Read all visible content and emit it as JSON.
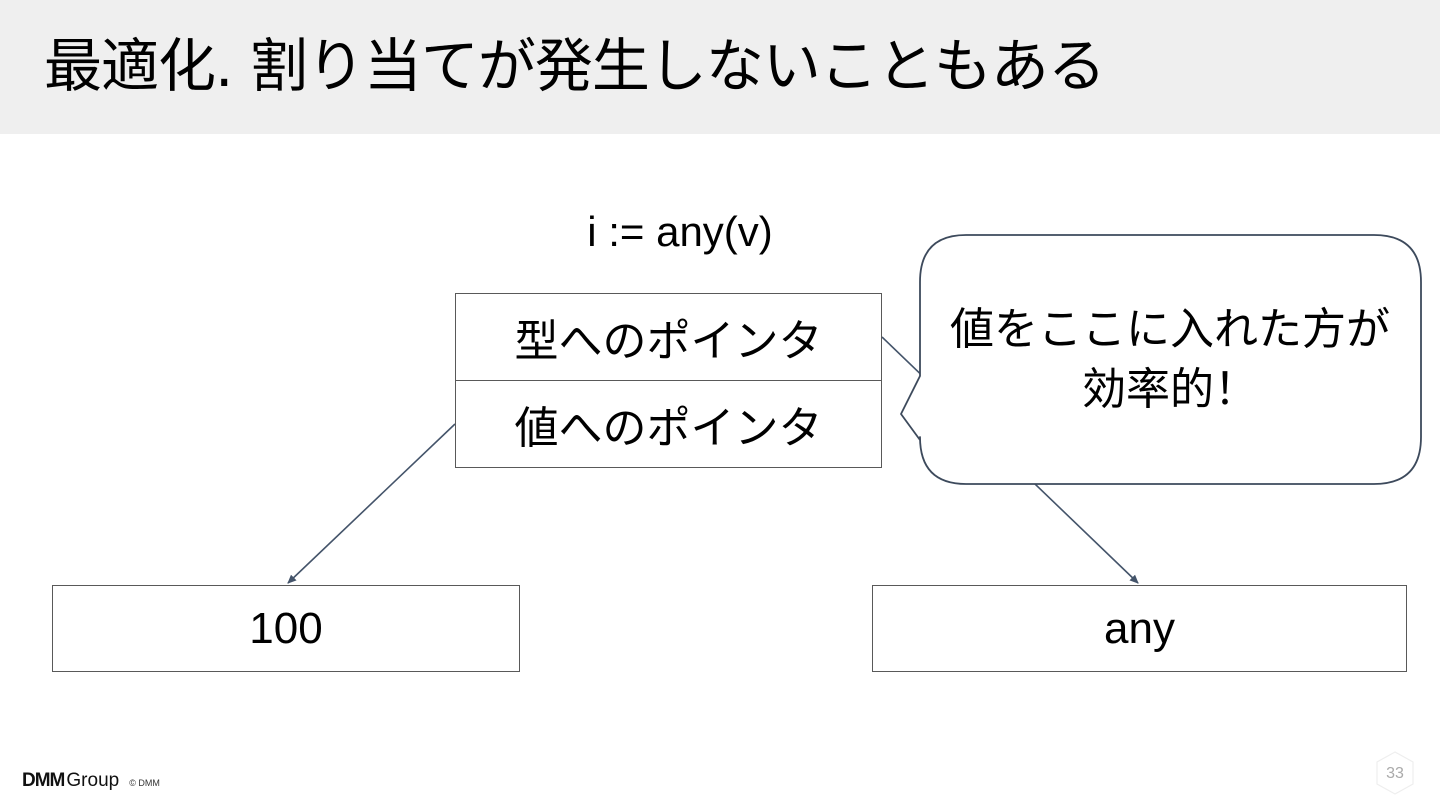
{
  "slide": {
    "title": "最適化. 割り当てが発生しないこともある",
    "expression": "i := any(v)",
    "interface_cells": {
      "type_pointer": "型へのポインタ",
      "value_pointer": "値へのポインタ"
    },
    "targets": {
      "left_value": "100",
      "right_value": "any"
    },
    "callout": {
      "line1": "値をここに入れた方が",
      "line2": "効率的！"
    },
    "footer": {
      "logo_dmm": "DMM",
      "logo_group": "Group",
      "copyright": "© DMM",
      "page_number": "33"
    }
  },
  "colors": {
    "header_bg": "#efefef",
    "box_border": "#595959",
    "arrow": "#44546a",
    "callout_border": "#3d4a5c",
    "page_number": "#aaaaaa"
  }
}
